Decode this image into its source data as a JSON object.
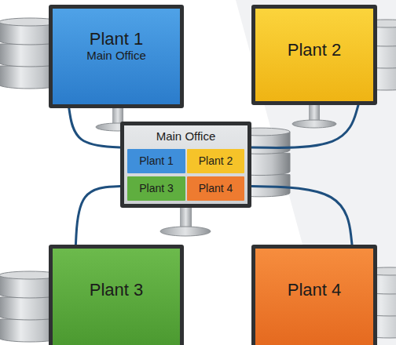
{
  "diagram": {
    "nodes": [
      {
        "text": [
          "Plant 1",
          "Main Office"
        ]
      },
      {
        "text": [
          "Plant 2"
        ]
      },
      {
        "text": [
          "Main Office"
        ]
      },
      {
        "text": [
          "Plant 1"
        ],
        "in": 2
      },
      {
        "text": [
          "Plant 2"
        ],
        "in": 2
      },
      {
        "text": [
          "Plant 3"
        ],
        "in": 2
      },
      {
        "text": [
          "Plant 4"
        ],
        "in": 2
      },
      {
        "text": [
          "Plant 3"
        ]
      },
      {
        "text": [
          "Plant 4"
        ]
      }
    ],
    "edges": [
      {
        "from": 2,
        "to": 0,
        "arrow": "none"
      },
      {
        "from": 2,
        "to": 1,
        "arrow": "none"
      },
      {
        "from": 2,
        "to": 7,
        "arrow": "none"
      },
      {
        "from": 2,
        "to": 8,
        "arrow": "none"
      }
    ]
  }
}
